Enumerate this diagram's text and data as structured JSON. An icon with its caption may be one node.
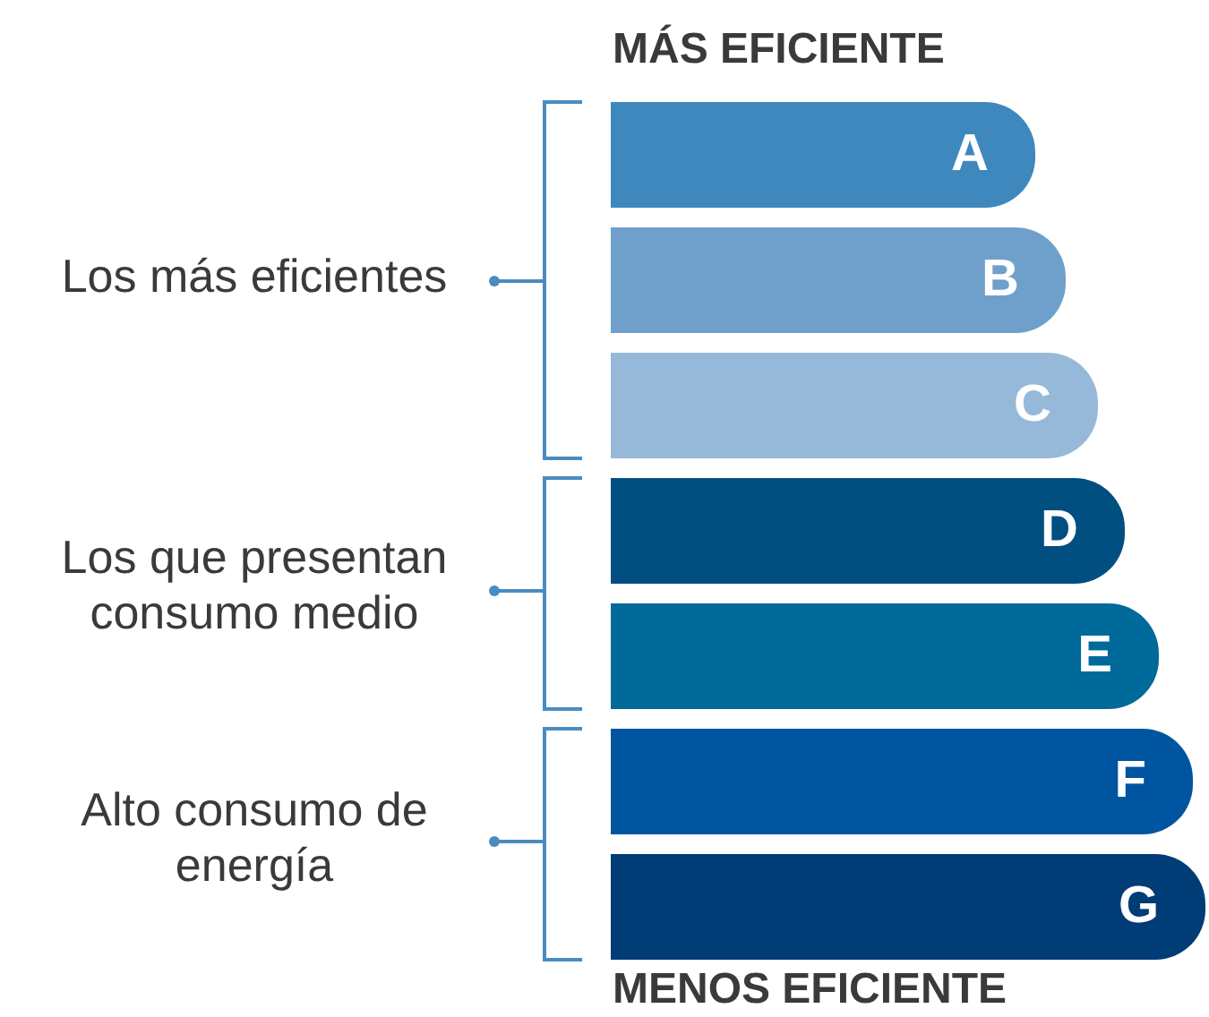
{
  "diagram": {
    "nodes": [
      {
        "text": [
          "A"
        ]
      },
      {
        "text": [
          "B"
        ]
      },
      {
        "text": [
          "C"
        ]
      },
      {
        "text": [
          "D"
        ]
      },
      {
        "text": [
          "E"
        ]
      },
      {
        "text": [
          "F"
        ]
      },
      {
        "text": [
          "G"
        ]
      }
    ],
    "edges": [],
    "labels": [
      "MÁS EFICIENTE",
      "Los más eficientes",
      "Los que presentan consumo medio",
      "Alto consumo de energía",
      "MENOS EFICIENTE"
    ]
  }
}
